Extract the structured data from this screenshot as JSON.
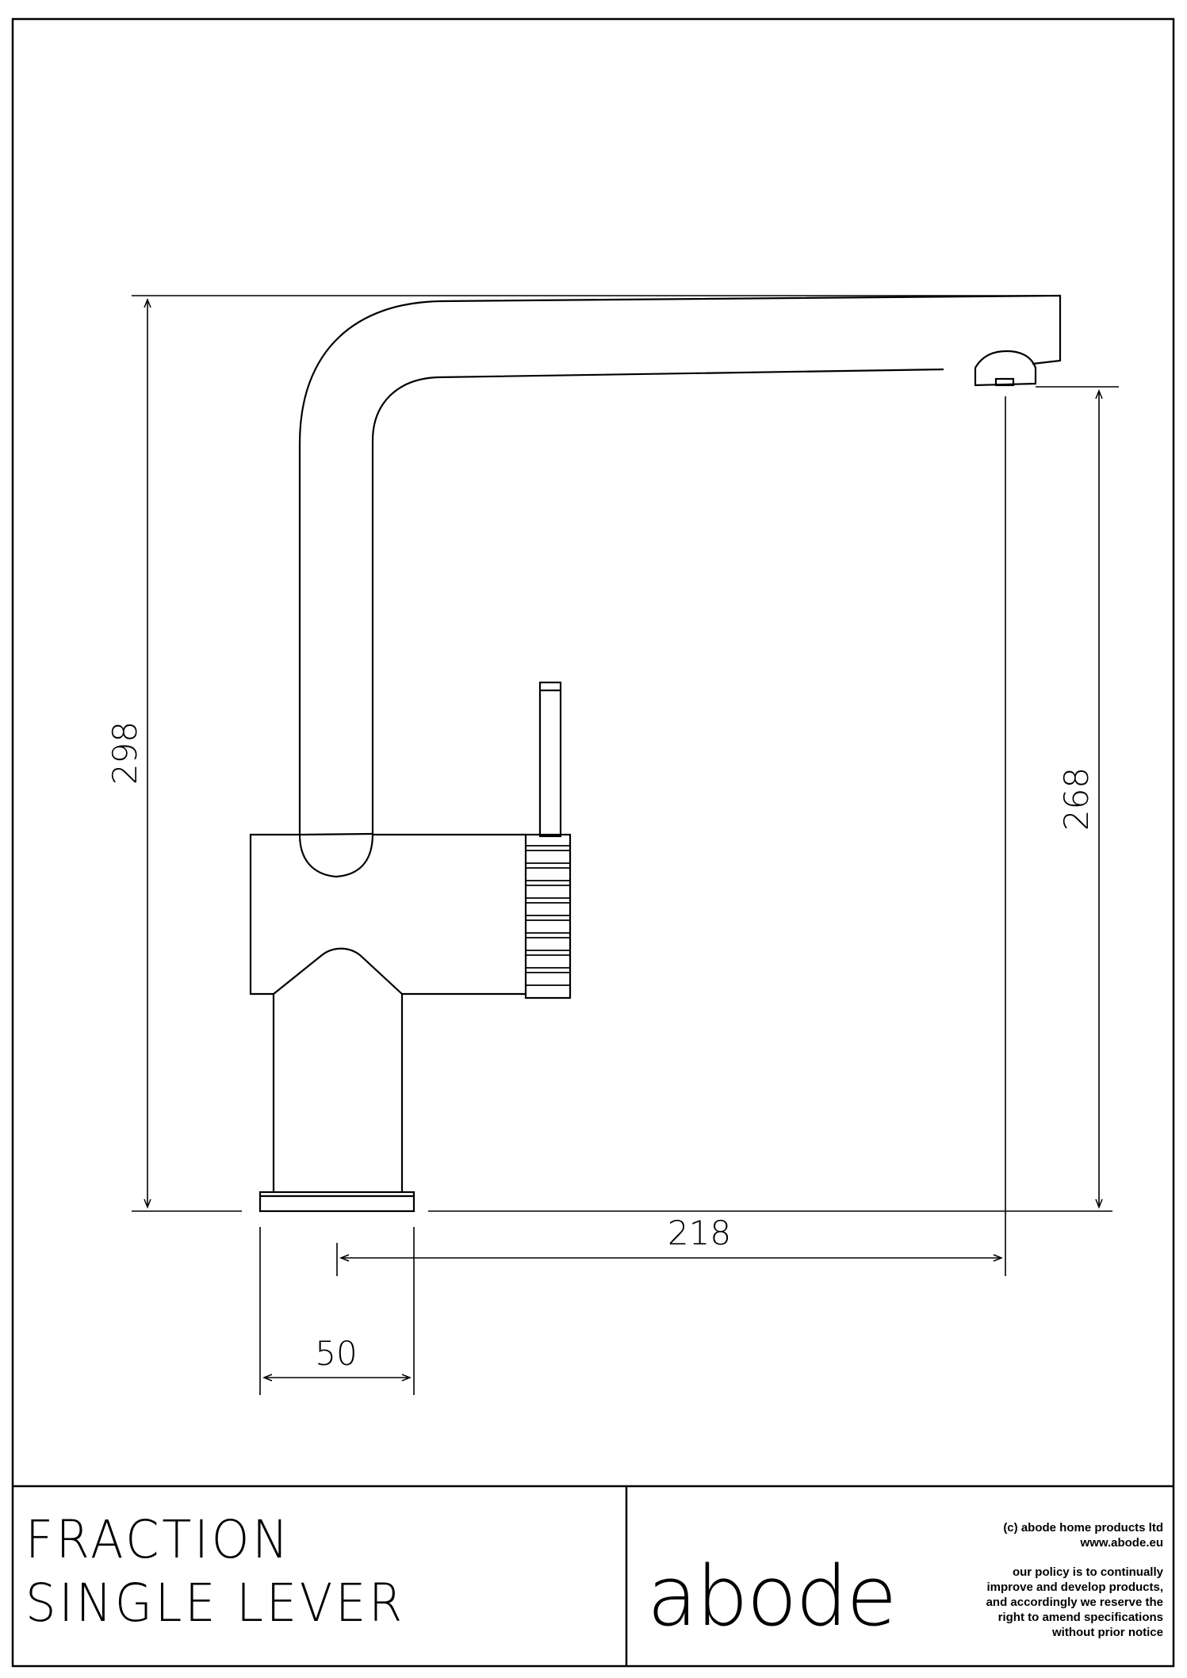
{
  "dimensions": {
    "overall_height": "298",
    "spout_height": "268",
    "spout_reach": "218",
    "base_diameter": "50"
  },
  "title_block": {
    "title_line_1": "FRACTION",
    "title_line_2": "SINGLE LEVER",
    "logo_text": "abode",
    "copyright": "(c) abode home products ltd",
    "website": "www.abode.eu",
    "policy_lines": [
      "our policy is to continually",
      "improve and develop products,",
      "and accordingly we reserve the",
      "right to amend specifications",
      "without prior notice"
    ]
  },
  "colors": {
    "line": "#000000",
    "background": "#ffffff"
  }
}
